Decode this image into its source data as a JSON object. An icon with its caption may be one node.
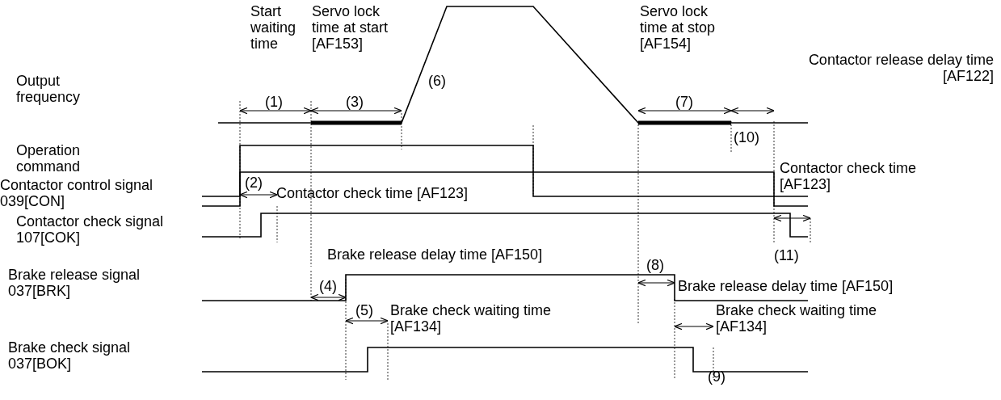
{
  "diagram": {
    "labels": [
      "Start waiting time",
      "Servo lock time at start [AF153]",
      "(6)",
      "Servo lock time at stop [AF154]",
      "Output frequency",
      "Contactor release delay time [AF122]",
      "(1)",
      "(3)",
      "(7)",
      "(10)",
      "Operation command",
      "Contactor control signal 039[CON]",
      "Contactor check time [AF123]",
      "(2)",
      "Contactor check time [AF123]",
      "Contactor check signal 107[COK]",
      "Brake release delay time [AF150]",
      "(11)",
      "(8)",
      "Brake release signal 037[BRK]",
      "(4)",
      "Brake release delay time [AF150]",
      "(5)",
      "Brake check waiting time [AF134]",
      "Brake check waiting time [AF134]",
      "Brake check signal 037[BOK]",
      "(9)"
    ]
  }
}
